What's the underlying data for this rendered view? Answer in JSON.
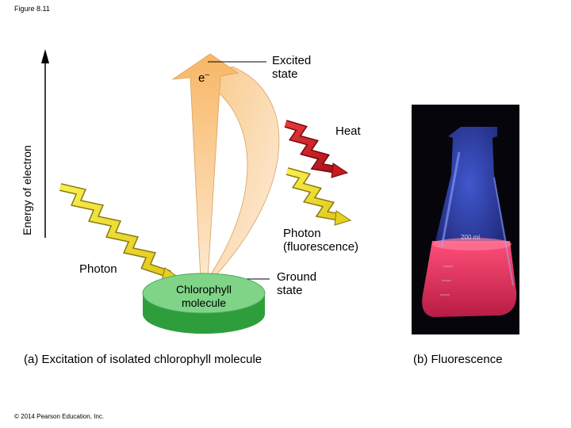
{
  "figure": {
    "label": "Figure 8.11"
  },
  "diagram": {
    "axis_label": "Energy of electron",
    "electron": "e",
    "electron_superscript": "–",
    "excited_state": [
      "Excited",
      "state"
    ],
    "heat": "Heat",
    "photon_fluorescence": [
      "Photon",
      "(fluorescence)"
    ],
    "photon_in": "Photon",
    "chlorophyll": [
      "Chlorophyll",
      "molecule"
    ],
    "ground_state": [
      "Ground",
      "state"
    ]
  },
  "captions": {
    "a": "(a) Excitation of isolated chlorophyll molecule",
    "b": "(b) Fluorescence"
  },
  "photo": {
    "flask_marking": "200 ml"
  },
  "footer": {
    "copyright": "© 2014 Pearson Education, Inc."
  },
  "colors": {
    "excitation_arrow": "#f8c07a",
    "photon_arrow": "#f2e52a",
    "heat_arrow": "#d81c20",
    "disk_top": "#7fd487",
    "disk_side": "#2e9e3c",
    "fluorescence_liquid": "#e8355f",
    "flask_glow": "#3c55e0"
  }
}
